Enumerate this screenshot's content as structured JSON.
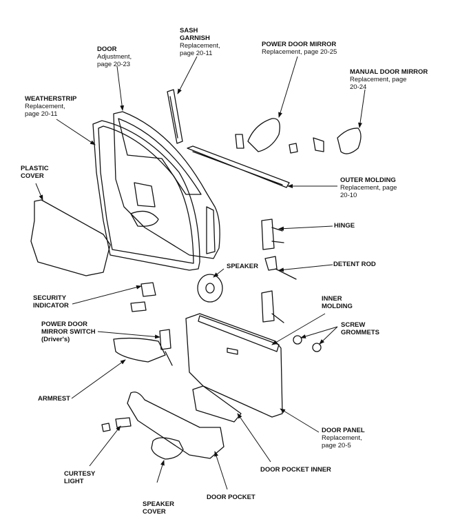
{
  "diagram": {
    "title": "Door exploded view",
    "labels": [
      {
        "id": "door",
        "title": "DOOR",
        "sub": [
          "Adjustment,",
          "page 20-23"
        ]
      },
      {
        "id": "sash-garnish",
        "title": "SASH",
        "title2": "GARNISH",
        "sub": [
          "Replacement,",
          "page 20-11"
        ]
      },
      {
        "id": "power-door-mirror",
        "title": "POWER DOOR MIRROR",
        "sub": [
          "Replacement, page 20-25"
        ]
      },
      {
        "id": "manual-door-mirror",
        "title": "MANUAL DOOR MIRROR",
        "sub": [
          "Replacement, page",
          "20-24"
        ]
      },
      {
        "id": "weatherstrip",
        "title": "WEATHERSTRIP",
        "sub": [
          "Replacement,",
          "page 20-11"
        ]
      },
      {
        "id": "plastic-cover",
        "title": "PLASTIC",
        "title2": "COVER",
        "sub": []
      },
      {
        "id": "outer-molding",
        "title": "OUTER MOLDING",
        "sub": [
          "Replacement, page",
          "20-10"
        ]
      },
      {
        "id": "hinge",
        "title": "HINGE",
        "sub": []
      },
      {
        "id": "detent-rod",
        "title": "DETENT ROD",
        "sub": []
      },
      {
        "id": "speaker",
        "title": "SPEAKER",
        "sub": []
      },
      {
        "id": "security-indicator",
        "title": "SECURITY",
        "title2": "INDICATOR",
        "sub": []
      },
      {
        "id": "inner-molding",
        "title": "INNER",
        "title2": "MOLDING",
        "sub": []
      },
      {
        "id": "screw-grommets",
        "title": "SCREW",
        "title2": "GROMMETS",
        "sub": []
      },
      {
        "id": "power-door-mirror-switch",
        "title": "POWER DOOR",
        "title2": "MIRROR SWITCH",
        "sub": [
          "(Driver's)"
        ]
      },
      {
        "id": "armrest",
        "title": "ARMREST",
        "sub": []
      },
      {
        "id": "door-panel",
        "title": "DOOR PANEL",
        "sub": [
          "Replacement,",
          "page 20-5"
        ]
      },
      {
        "id": "door-pocket-inner",
        "title": "DOOR POCKET INNER",
        "sub": []
      },
      {
        "id": "curtesy-light",
        "title": "CURTESY",
        "title2": "LIGHT",
        "sub": []
      },
      {
        "id": "speaker-cover",
        "title": "SPEAKER",
        "title2": "COVER",
        "sub": []
      },
      {
        "id": "door-pocket",
        "title": "DOOR POCKET",
        "sub": []
      }
    ]
  }
}
